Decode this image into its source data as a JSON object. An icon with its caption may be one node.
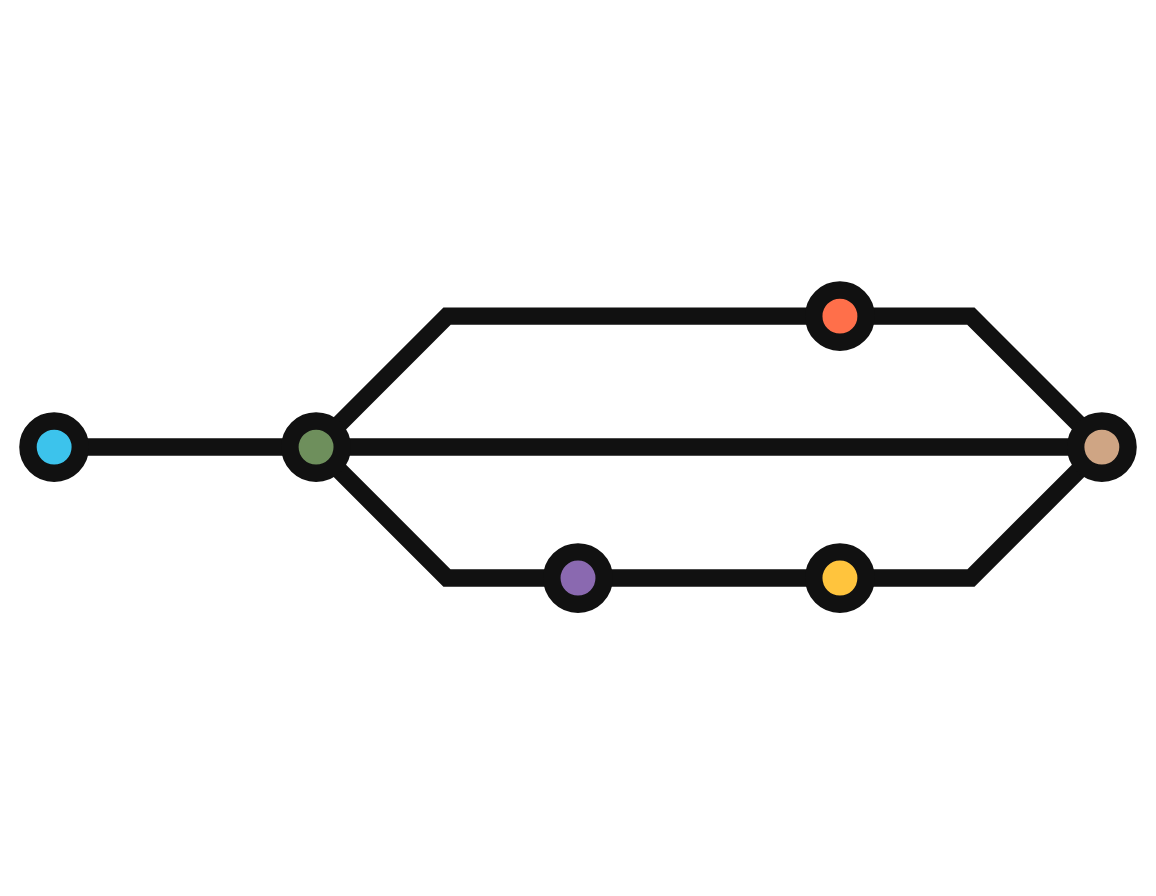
{
  "diagram": {
    "nodes": [
      {
        "text": [],
        "shape": "circle"
      },
      {
        "text": [],
        "shape": "circle"
      },
      {
        "text": [],
        "shape": "circle"
      },
      {
        "text": [],
        "shape": "circle"
      },
      {
        "text": [],
        "shape": "circle"
      },
      {
        "text": [],
        "shape": "circle"
      }
    ],
    "edges": [
      {
        "from": 1,
        "to": 2,
        "arrow": "none"
      },
      {
        "from": 2,
        "to": 0,
        "arrow": "none"
      },
      {
        "from": 0,
        "to": 3,
        "arrow": "none"
      },
      {
        "from": 2,
        "to": 3,
        "arrow": "none"
      },
      {
        "from": 2,
        "to": 4,
        "arrow": "none"
      },
      {
        "from": 4,
        "to": 5,
        "arrow": "none"
      },
      {
        "from": 5,
        "to": 3,
        "arrow": "none"
      }
    ]
  }
}
